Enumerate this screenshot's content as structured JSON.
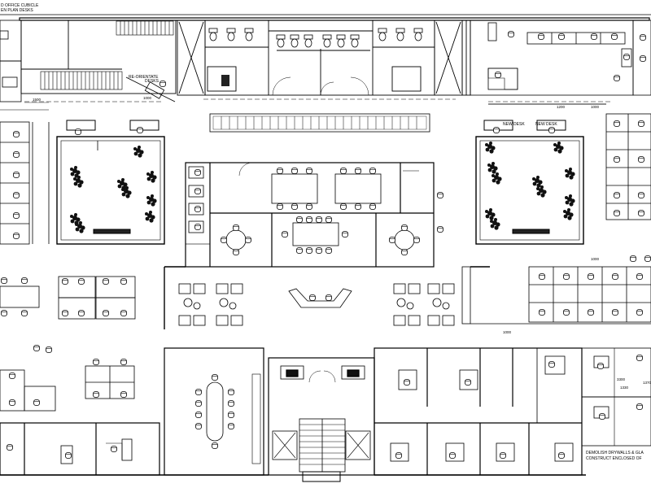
{
  "drawing": {
    "header_line_1": "D OFFICE CUBICLE",
    "header_line_2": "EN PLAN DESKS"
  },
  "labels": {
    "reorientate_line1": "RE-ORIENTATE",
    "reorientate_line2": "DESKS",
    "new_desk": "NEW DESK",
    "demolish_line1": "DEMOLISH DRYWALLS & GLA",
    "demolish_line2": "CONSTRUCT ENCLOSED OF"
  },
  "dimensions": {
    "d1500": "1500",
    "d1200": "1200",
    "d1000": "1000",
    "d1370": "1370",
    "d1330": "1330",
    "d3300": "3300"
  }
}
